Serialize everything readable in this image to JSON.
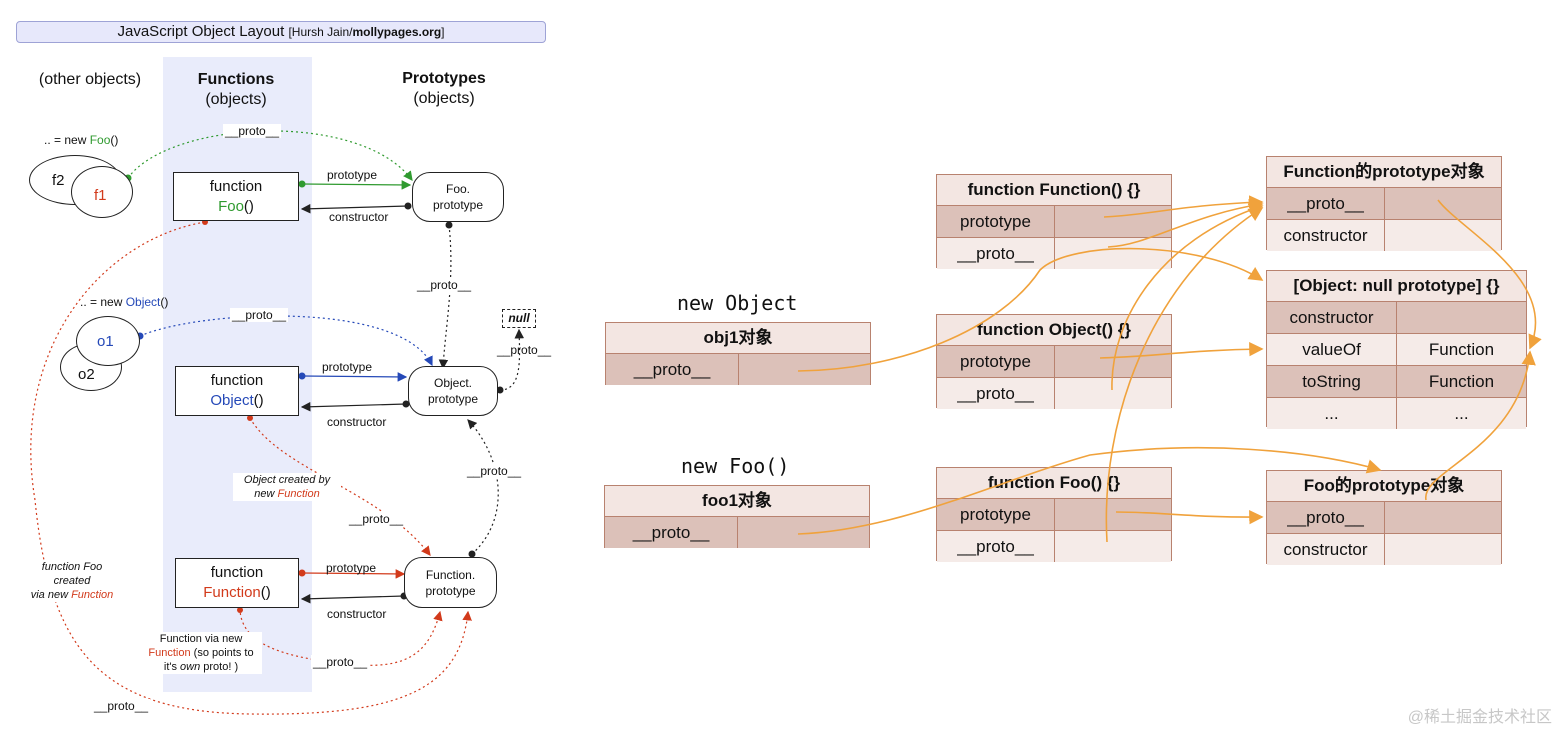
{
  "left": {
    "title_main": "JavaScript Object Layout",
    "title_credit_prefix": "[Hursh Jain/",
    "title_credit_site": "mollypages.org",
    "title_credit_suffix": "]",
    "col_other": "(other objects)",
    "col_functions": "Functions",
    "col_functions_sub": "(objects)",
    "col_prototypes": "Prototypes",
    "col_prototypes_sub": "(objects)",
    "new_foo_prefix": ".. = new ",
    "new_foo_name": "Foo",
    "new_foo_suffix": "()",
    "f2": "f2",
    "f1": "f1",
    "new_object_prefix": ".. = new ",
    "new_object_name": "Object",
    "new_object_suffix": "()",
    "o1": "o1",
    "o2": "o2",
    "fn_keyword": "function",
    "fn_foo": "Foo",
    "fn_object": "Object",
    "fn_function": "Function",
    "fn_parens": "()",
    "foo_proto_l1": "Foo.",
    "foo_proto_l2": "prototype",
    "obj_proto_l1": "Object.",
    "obj_proto_l2": "prototype",
    "fun_proto_l1": "Function.",
    "fun_proto_l2": "prototype",
    "null_label": "null",
    "prototype_label": "prototype",
    "constructor_label": "constructor",
    "proto_label": "__proto__",
    "note_object_created_1": "Object created by",
    "note_object_created_2": "new ",
    "note_object_created_3": "Function",
    "note_foo_created_1": "function Foo",
    "note_foo_created_2": "created",
    "note_foo_created_3": "via new ",
    "note_foo_created_4": "Function",
    "note_fvn_1": "Function via new",
    "note_fvn_2": "Function",
    "note_fvn_3": " (so points to",
    "note_fvn_4": "it's ",
    "note_fvn_5": "own",
    "note_fvn_6": " proto! )"
  },
  "right": {
    "new_object_label": "new Object",
    "new_foo_label": "new Foo()",
    "obj1": {
      "title": "obj1对象",
      "rows": [
        [
          "__proto__",
          ""
        ]
      ]
    },
    "foo1": {
      "title": "foo1对象",
      "rows": [
        [
          "__proto__",
          ""
        ]
      ]
    },
    "fn_function": {
      "title": "function Function() {}",
      "rows": [
        [
          "prototype",
          ""
        ],
        [
          "__proto__",
          ""
        ]
      ]
    },
    "fn_object": {
      "title": "function Object() {}",
      "rows": [
        [
          "prototype",
          ""
        ],
        [
          "__proto__",
          ""
        ]
      ]
    },
    "fn_foo": {
      "title": "function Foo() {}",
      "rows": [
        [
          "prototype",
          ""
        ],
        [
          "__proto__",
          ""
        ]
      ]
    },
    "function_proto": {
      "title": "Function的prototype对象",
      "rows": [
        [
          "__proto__",
          ""
        ],
        [
          "constructor",
          ""
        ]
      ]
    },
    "null_proto": {
      "title": "[Object: null prototype] {}",
      "rows": [
        [
          "constructor",
          ""
        ],
        [
          "valueOf",
          "Function"
        ],
        [
          "toString",
          "Function"
        ],
        [
          "...",
          "..."
        ]
      ]
    },
    "foo_proto": {
      "title": "Foo的prototype对象",
      "rows": [
        [
          "__proto__",
          ""
        ],
        [
          "constructor",
          ""
        ]
      ]
    }
  },
  "watermark": "@稀土掘金技术社区",
  "colors": {
    "green": "#2f9a2f",
    "blue": "#2549b8",
    "red": "#d23a1b",
    "orange": "#f0a23c",
    "table_border": "#b8826f"
  }
}
